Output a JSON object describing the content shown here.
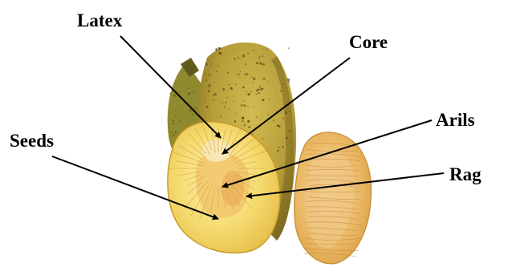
{
  "labels": {
    "latex": "Latex",
    "core": "Core",
    "arils": "Arils",
    "seeds": "Seeds",
    "rag": "Rag"
  },
  "colors": {
    "skin": "#b9a23c",
    "skin_dark": "#8f7a22",
    "skin_spots": "#5a4a14",
    "flesh": "#f4dc70",
    "flesh_light": "#fbeeb0",
    "core": "#f0d890",
    "pulp": "#e9b85a",
    "label_text": "#000000",
    "arrow": "#000000"
  }
}
